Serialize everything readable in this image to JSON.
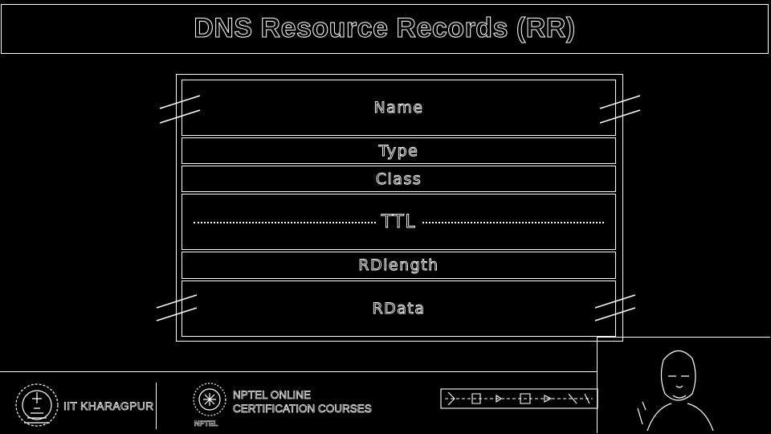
{
  "title": "DNS Resource Records (RR)",
  "fields": {
    "name": "Name",
    "type": "Type",
    "class": "Class",
    "ttl": "TTL",
    "rdlength": "RDlength",
    "rdata": "RData"
  },
  "footer": {
    "institute": "IIT KHARAGPUR",
    "nptel_line1": "NPTEL ONLINE",
    "nptel_line2": "CERTIFICATION COURSES",
    "nptel_logo_text": "NPTEL"
  }
}
